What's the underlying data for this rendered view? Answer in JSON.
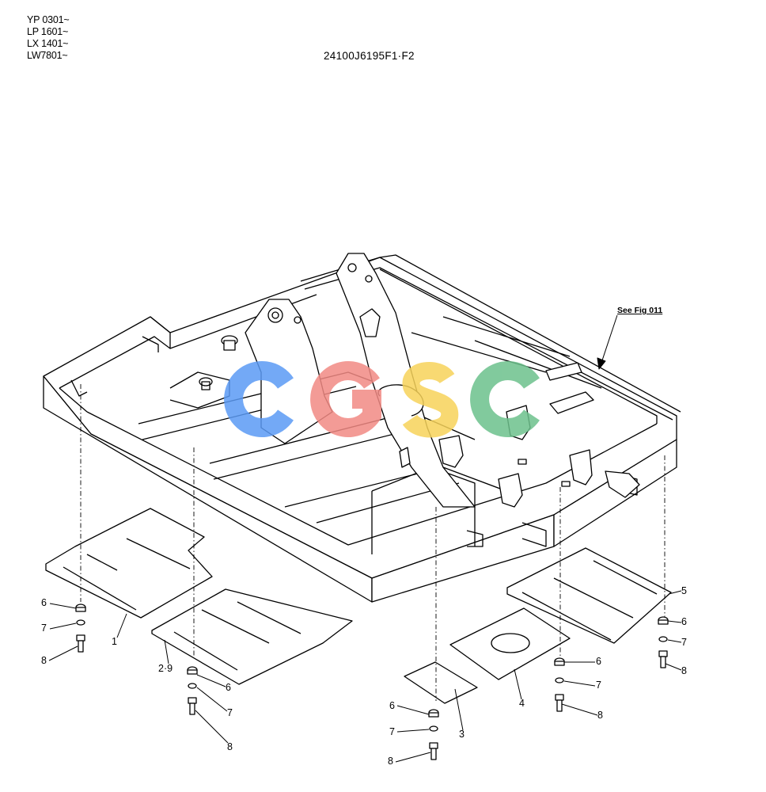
{
  "serial_ranges": [
    "YP 0301~",
    "LP 1601~",
    "LX 1401~",
    "LW7801~"
  ],
  "drawing_code": "24100J6195F1·F2",
  "see_fig": "See Fig 011",
  "watermark": {
    "text": "CGSC",
    "colors": [
      "#5b9bf5",
      "#f28a84",
      "#f7d35a",
      "#6cc18c"
    ]
  },
  "callouts": {
    "c1": "1",
    "c29": "2·9",
    "c3": "3",
    "c4": "4",
    "c5": "5",
    "c6a": "6",
    "c6b": "6",
    "c6c": "6",
    "c6d": "6",
    "c6e": "6",
    "c7a": "7",
    "c7b": "7",
    "c7c": "7",
    "c7d": "7",
    "c7e": "7",
    "c8a": "8",
    "c8b": "8",
    "c8c": "8",
    "c8d": "8",
    "c8e": "8"
  }
}
